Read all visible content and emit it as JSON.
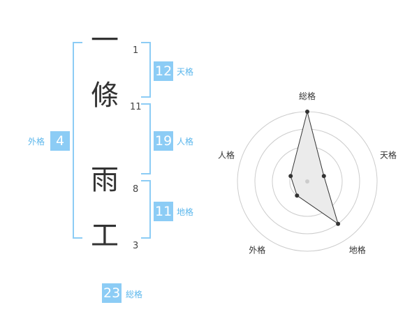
{
  "colors": {
    "accent": "#8cccf5",
    "accent_text": "#5cb7ec",
    "char_text": "#333333",
    "radar_grid": "#cccccc",
    "radar_fill": "#ebebeb",
    "radar_point": "#333333"
  },
  "name": {
    "chars": [
      {
        "char": "一",
        "strokes": "1"
      },
      {
        "char": "條",
        "strokes": "11"
      },
      {
        "char": "雨",
        "strokes": "8"
      },
      {
        "char": "工",
        "strokes": "3"
      }
    ]
  },
  "fortune": {
    "tenkaku": {
      "value": "12",
      "label": "天格"
    },
    "jinkaku": {
      "value": "19",
      "label": "人格"
    },
    "chikaku": {
      "value": "11",
      "label": "地格"
    },
    "gaikaku": {
      "value": "4",
      "label": "外格"
    },
    "soukaku": {
      "value": "23",
      "label": "総格"
    }
  },
  "chart_data": {
    "type": "radar",
    "axes": [
      "総格",
      "天格",
      "地格",
      "外格",
      "人格"
    ],
    "values": [
      4,
      1,
      3,
      1,
      1
    ],
    "max": 4,
    "rings": 4
  }
}
